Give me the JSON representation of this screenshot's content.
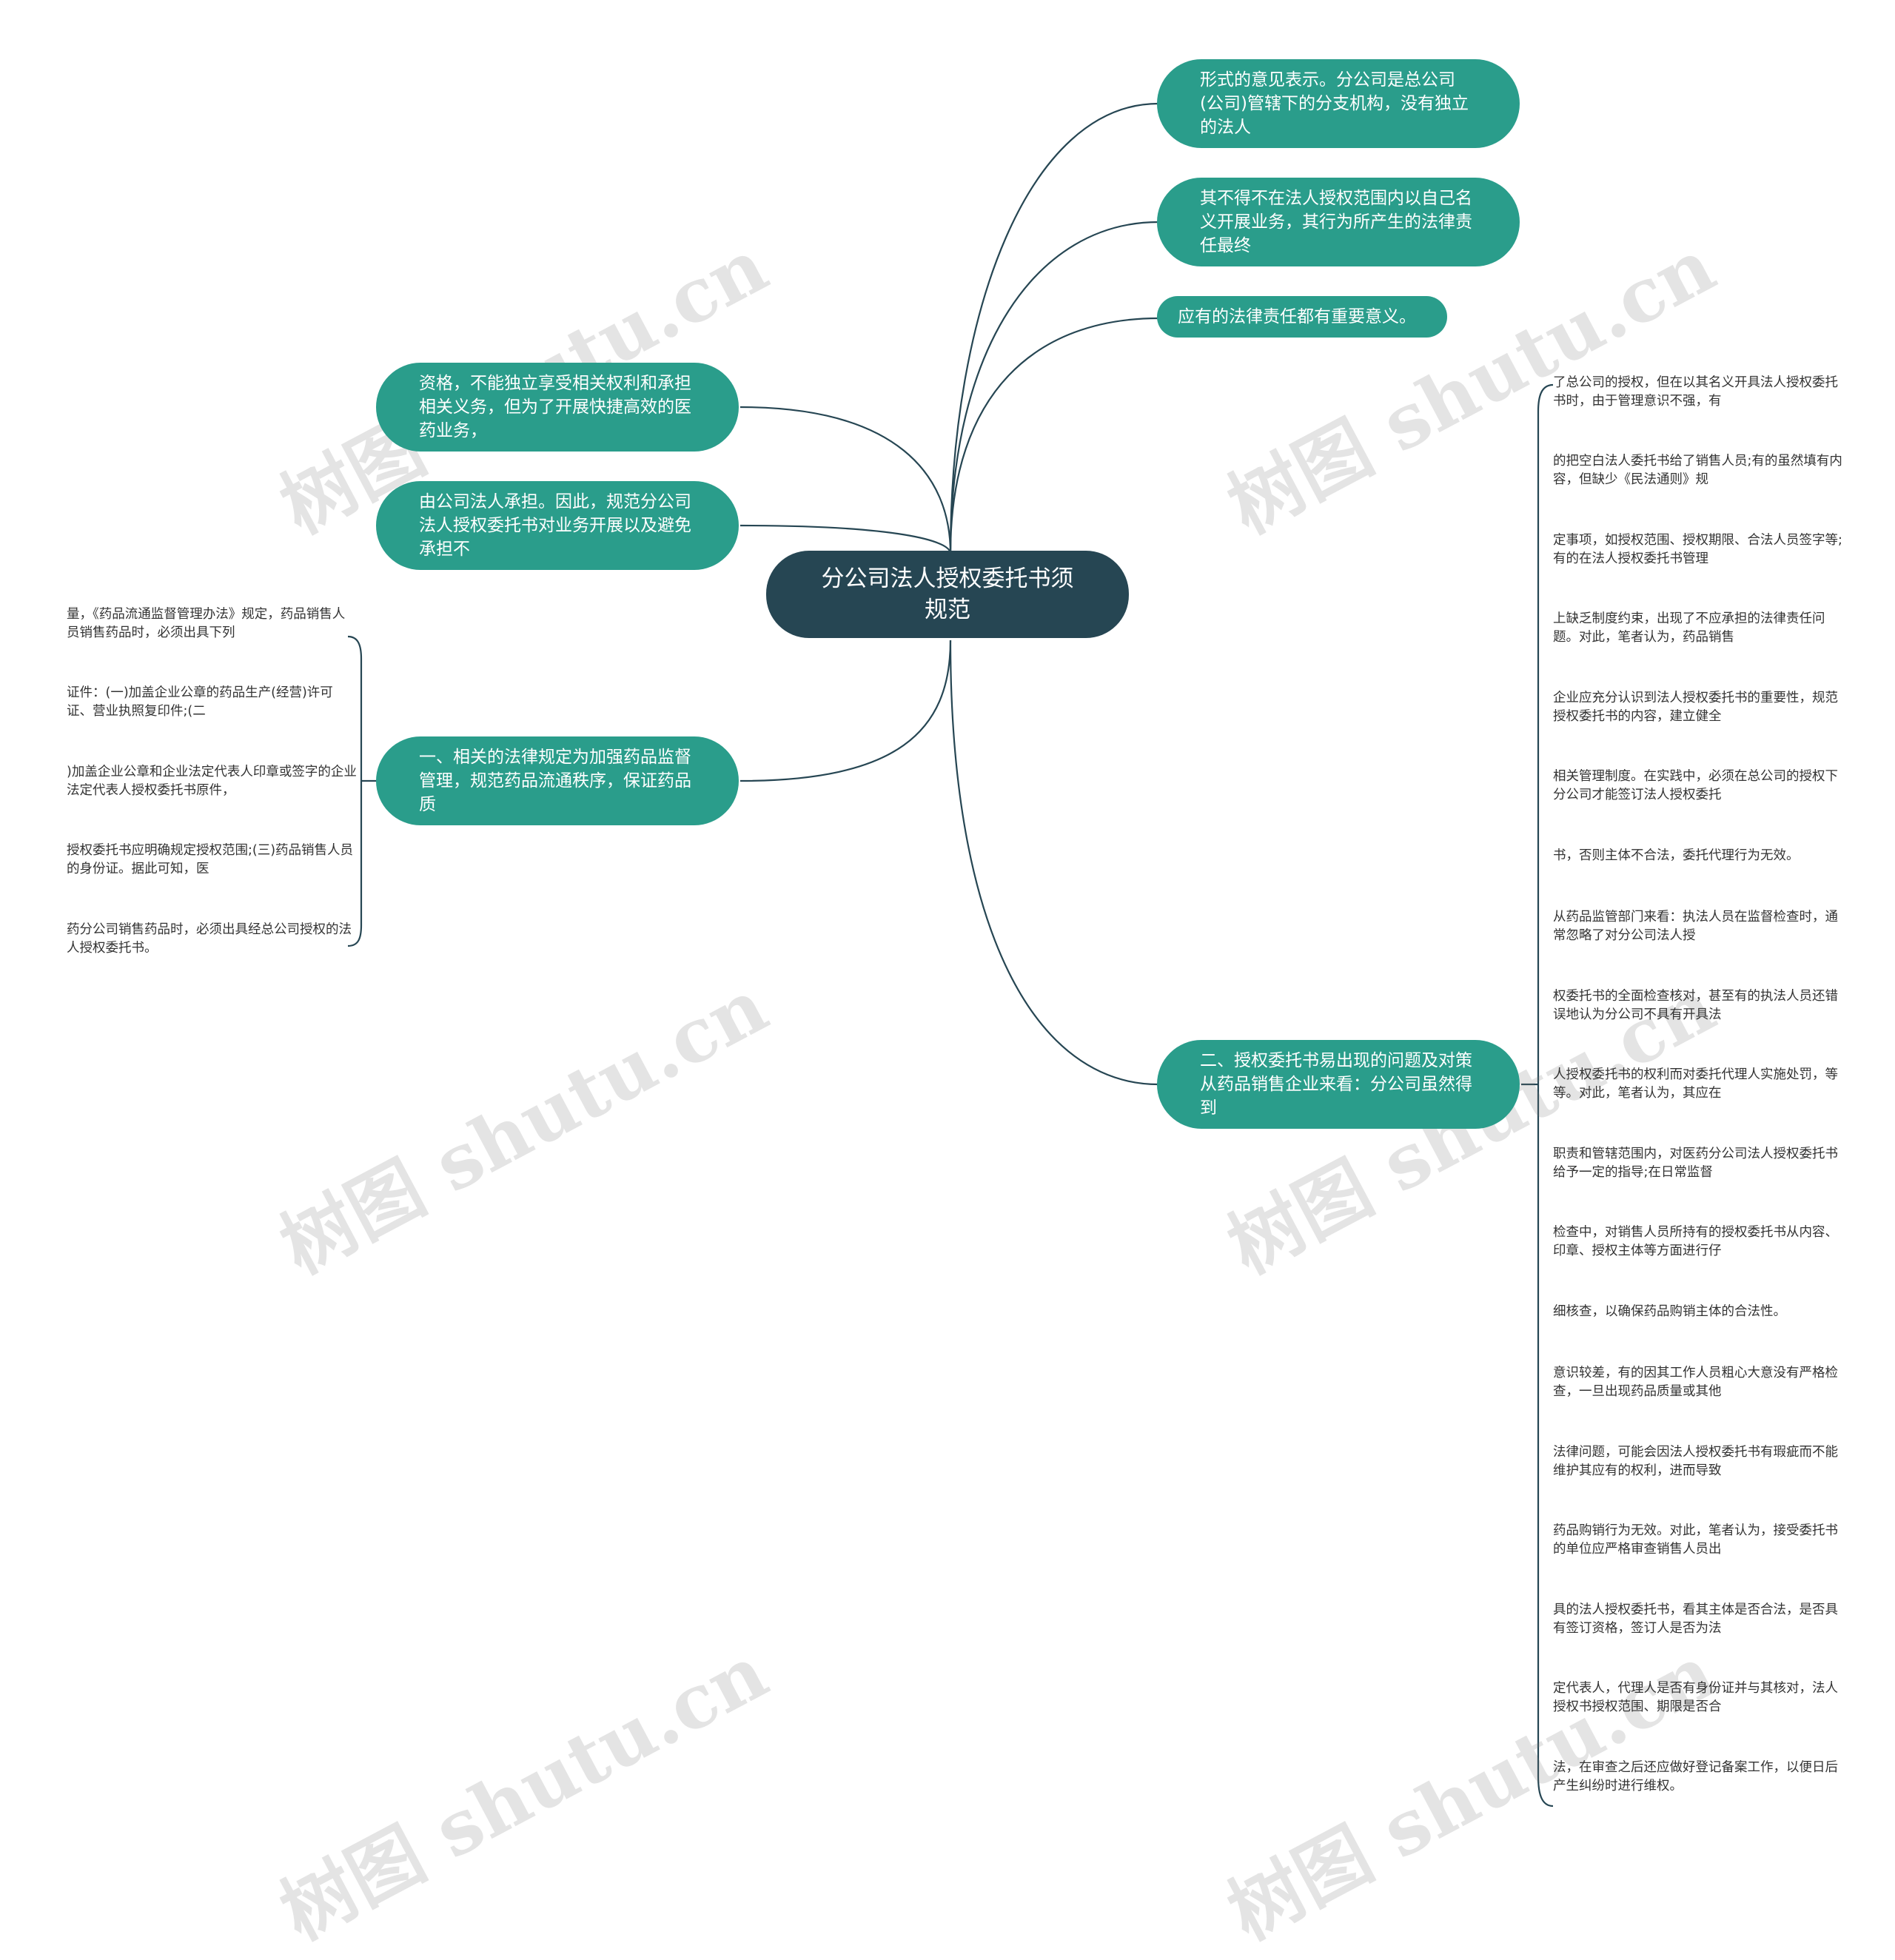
{
  "root": {
    "title": "分公司法人授权委托书须规范"
  },
  "right_branches": [
    {
      "text": "形式的意见表示。分公司是总公司(公司)管辖下的分支机构，没有独立的法人"
    },
    {
      "text": "其不得不在法人授权范围内以自己名义开展业务，其行为所产生的法律责任最终"
    },
    {
      "text": "应有的法律责任都有重要意义。"
    },
    {
      "text": "二、授权委托书易出现的问题及对策从药品销售企业来看：分公司虽然得到",
      "leaves": [
        "了总公司的授权，但在以其名义开具法人授权委托书时，由于管理意识不强，有",
        "的把空白法人委托书给了销售人员;有的虽然填有内容，但缺少《民法通则》规",
        "定事项，如授权范围、授权期限、合法人员签字等;有的在法人授权委托书管理",
        "上缺乏制度约束，出现了不应承担的法律责任问题。对此，笔者认为，药品销售",
        "企业应充分认识到法人授权委托书的重要性，规范授权委托书的内容，建立健全",
        "相关管理制度。在实践中，必须在总公司的授权下分公司才能签订法人授权委托",
        "书，否则主体不合法，委托代理行为无效。",
        "从药品监管部门来看：执法人员在监督检查时，通常忽略了对分公司法人授",
        "权委托书的全面检查核对，甚至有的执法人员还错误地认为分公司不具有开具法",
        "人授权委托书的权利而对委托代理人实施处罚，等等。对此，笔者认为，其应在",
        "职责和管辖范围内，对医药分公司法人授权委托书给予一定的指导;在日常监督",
        "检查中，对销售人员所持有的授权委托书从内容、印章、授权主体等方面进行仔",
        "细核查，以确保药品购销主体的合法性。",
        "意识较差，有的因其工作人员粗心大意没有严格检查，一旦出现药品质量或其他",
        "法律问题，可能会因法人授权委托书有瑕疵而不能维护其应有的权利，进而导致",
        "药品购销行为无效。对此，笔者认为，接受委托书的单位应严格审查销售人员出",
        "具的法人授权委托书，看其主体是否合法，是否具有签订资格，签订人是否为法",
        "定代表人，代理人是否有身份证并与其核对，法人授权书授权范围、期限是否合",
        "法，在审查之后还应做好登记备案工作，以便日后产生纠纷时进行维权。"
      ]
    }
  ],
  "left_branches": [
    {
      "text": "资格，不能独立享受相关权利和承担相关义务，但为了开展快捷高效的医药业务，"
    },
    {
      "text": "由公司法人承担。因此，规范分公司法人授权委托书对业务开展以及避免承担不"
    },
    {
      "text": "一、相关的法律规定为加强药品监督管理，规范药品流通秩序，保证药品质",
      "leaves": [
        "量，《药品流通监督管理办法》规定，药品销售人员销售药品时，必须出具下列",
        "证件：(一)加盖企业公章的药品生产(经营)许可证、营业执照复印件;(二",
        ")加盖企业公章和企业法定代表人印章或签字的企业法定代表人授权委托书原件，",
        "授权委托书应明确规定授权范围;(三)药品销售人员的身份证。据此可知，医",
        "药分公司销售药品时，必须出具经总公司授权的法人授权委托书。"
      ]
    }
  ],
  "watermark": "树图 shutu.cn",
  "colors": {
    "root": "#264653",
    "branch": "#2a9d8b",
    "line": "#264653",
    "leaf_text": "#333333"
  }
}
